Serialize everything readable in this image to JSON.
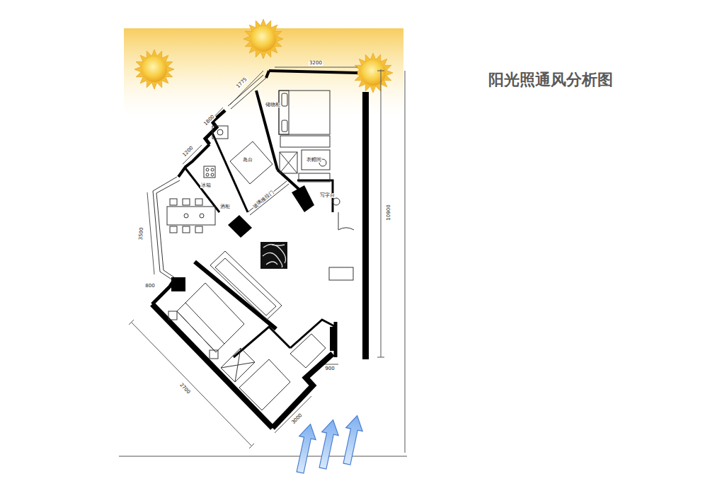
{
  "diagram": {
    "title": "阳光照通风分析图",
    "labels": [
      "岛台",
      "玻璃推拉门",
      "衣帽间",
      "写字台",
      "储物柜",
      "冰箱",
      "酒柜",
      "3200",
      "1775",
      "1800",
      "1200",
      "3500",
      "800",
      "10900",
      "900",
      "2700",
      "3000"
    ]
  }
}
